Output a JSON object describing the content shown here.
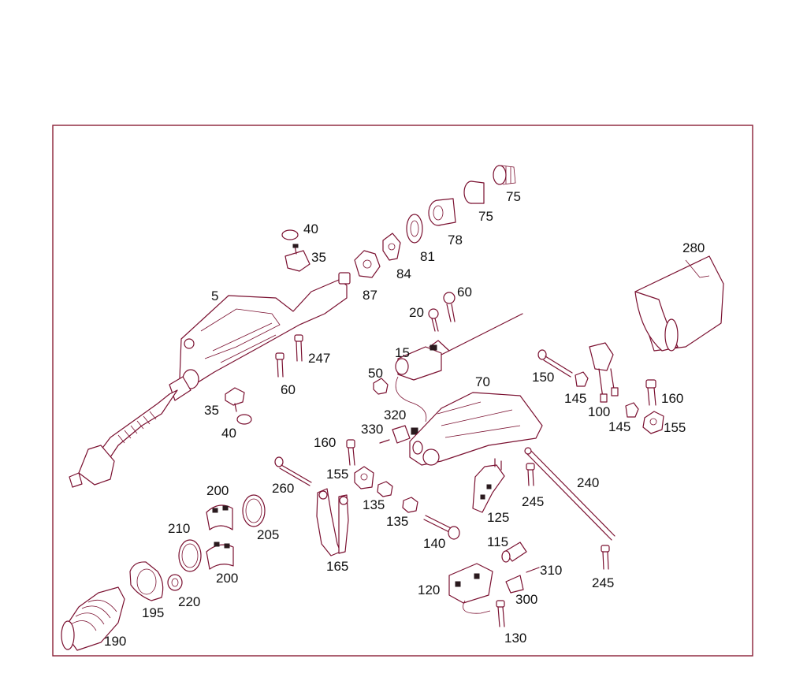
{
  "colors": {
    "frame": "#8a2035",
    "linework": "#7a1030",
    "label_text": "#111111",
    "background": "#ffffff"
  },
  "callouts": [
    {
      "id": "c-40a",
      "text": "40"
    },
    {
      "id": "c-35a",
      "text": "35"
    },
    {
      "id": "c-75a",
      "text": "75"
    },
    {
      "id": "c-75b",
      "text": "75"
    },
    {
      "id": "c-78",
      "text": "78"
    },
    {
      "id": "c-81",
      "text": "81"
    },
    {
      "id": "c-84",
      "text": "84"
    },
    {
      "id": "c-87",
      "text": "87"
    },
    {
      "id": "c-5",
      "text": "5"
    },
    {
      "id": "c-60a",
      "text": "60"
    },
    {
      "id": "c-20",
      "text": "20"
    },
    {
      "id": "c-280",
      "text": "280"
    },
    {
      "id": "c-247",
      "text": "247"
    },
    {
      "id": "c-60b",
      "text": "60"
    },
    {
      "id": "c-15",
      "text": "15"
    },
    {
      "id": "c-50",
      "text": "50"
    },
    {
      "id": "c-70",
      "text": "70"
    },
    {
      "id": "c-150",
      "text": "150"
    },
    {
      "id": "c-145a",
      "text": "145"
    },
    {
      "id": "c-100",
      "text": "100"
    },
    {
      "id": "c-160a",
      "text": "160"
    },
    {
      "id": "c-145b",
      "text": "145"
    },
    {
      "id": "c-155a",
      "text": "155"
    },
    {
      "id": "c-35b",
      "text": "35"
    },
    {
      "id": "c-40b",
      "text": "40"
    },
    {
      "id": "c-320",
      "text": "320"
    },
    {
      "id": "c-330",
      "text": "330"
    },
    {
      "id": "c-160b",
      "text": "160"
    },
    {
      "id": "c-155b",
      "text": "155"
    },
    {
      "id": "c-260",
      "text": "260"
    },
    {
      "id": "c-200a",
      "text": "200"
    },
    {
      "id": "c-240",
      "text": "240"
    },
    {
      "id": "c-245a",
      "text": "245"
    },
    {
      "id": "c-135a",
      "text": "135"
    },
    {
      "id": "c-135b",
      "text": "135"
    },
    {
      "id": "c-125",
      "text": "125"
    },
    {
      "id": "c-205",
      "text": "205"
    },
    {
      "id": "c-210",
      "text": "210"
    },
    {
      "id": "c-140",
      "text": "140"
    },
    {
      "id": "c-115",
      "text": "115"
    },
    {
      "id": "c-165",
      "text": "165"
    },
    {
      "id": "c-200b",
      "text": "200"
    },
    {
      "id": "c-310",
      "text": "310"
    },
    {
      "id": "c-120",
      "text": "120"
    },
    {
      "id": "c-245b",
      "text": "245"
    },
    {
      "id": "c-300",
      "text": "300"
    },
    {
      "id": "c-195",
      "text": "195"
    },
    {
      "id": "c-220",
      "text": "220"
    },
    {
      "id": "c-130",
      "text": "130"
    },
    {
      "id": "c-190",
      "text": "190"
    }
  ]
}
